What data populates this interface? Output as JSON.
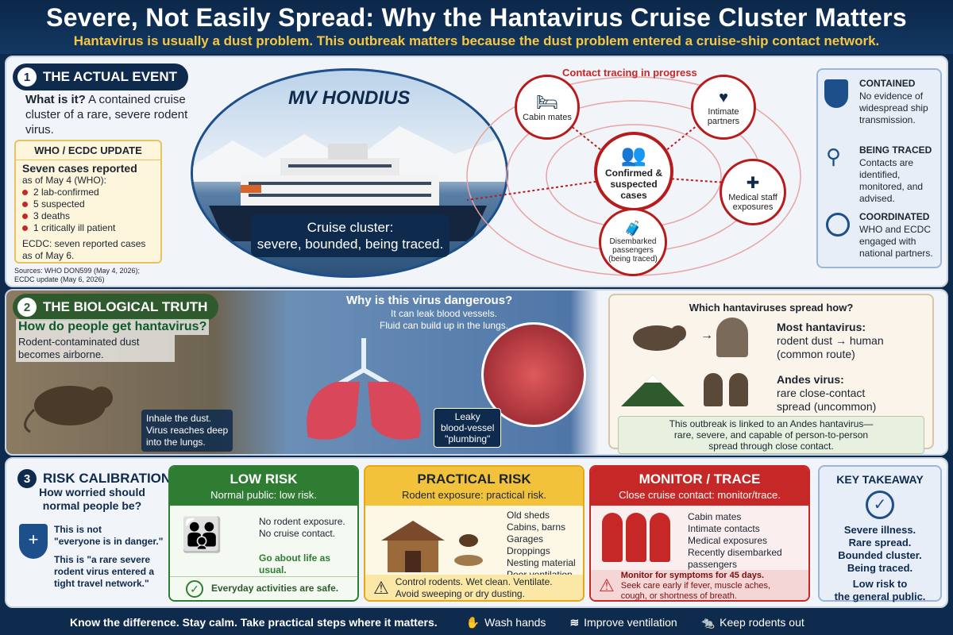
{
  "header": {
    "title": "Severe, Not Easily Spread: Why the Hantavirus Cruise Cluster Matters",
    "subtitle": "Hantavirus is usually a dust problem. This outbreak matters because the dust problem entered a cruise-ship contact network."
  },
  "s1": {
    "num": "1",
    "badge": "THE ACTUAL EVENT",
    "q_label": "What is it?",
    "q_text": "A contained cruise cluster of a rare, severe rodent virus.",
    "update_title": "WHO / ECDC UPDATE",
    "cases_title": "Seven cases reported",
    "cases_sub": "as of May 4 (WHO):",
    "bullets": [
      "2 lab-confirmed",
      "5 suspected",
      "3 deaths",
      "1 critically ill patient"
    ],
    "ecdc": "ECDC: seven reported cases as of May 6.",
    "sources": [
      "Sources: WHO DON599 (May 4, 2026);",
      "ECDC update (May 6, 2026)"
    ],
    "ship_name": "MV HONDIUS",
    "ship_caption": [
      "Cruise cluster:",
      "severe, bounded, being traced."
    ],
    "network_title": "Contact tracing in progress",
    "nodes": {
      "center": "Confirmed & suspected cases",
      "cabin": "Cabin mates",
      "intimate": "Intimate partners",
      "medical": "Medical staff exposures",
      "disembarked": "Disembarked passengers (being traced)"
    },
    "status": [
      {
        "title": "CONTAINED",
        "text": "No evidence of widespread ship transmission.",
        "icon": "shield-icon"
      },
      {
        "title": "BEING TRACED",
        "text": "Contacts are identified, monitored, and advised.",
        "icon": "magnifier-icon"
      },
      {
        "title": "COORDINATED",
        "text": "WHO and ECDC engaged with national partners.",
        "icon": "globe-icon"
      }
    ]
  },
  "s2": {
    "num": "2",
    "badge": "THE BIOLOGICAL TRUTH",
    "q": "How do people get hantavirus?",
    "q_text": "Rodent-contaminated dust becomes airborne.",
    "inhale": [
      "Inhale the dust.",
      "Virus reaches deep",
      "into the lungs."
    ],
    "danger_title": "Why is this virus dangerous?",
    "danger_text": [
      "It can leak blood vessels.",
      "Fluid can build up in the lungs."
    ],
    "leaky": [
      "Leaky",
      "blood-vessel",
      "\"plumbing\""
    ],
    "spread_title": "Which hantaviruses spread how?",
    "most_title": "Most hantavirus:",
    "most_text": [
      "rodent dust → human",
      "(common route)"
    ],
    "andes_title": "Andes virus:",
    "andes_text": [
      "rare close-contact",
      "spread (uncommon)"
    ],
    "outbreak_note": [
      "This outbreak is linked to an Andes hantavirus—",
      "rare, severe, and capable of person-to-person",
      "spread through close contact."
    ]
  },
  "s3": {
    "num": "3",
    "badge": "RISK CALIBRATION",
    "q": [
      "How worried should",
      "normal people be?"
    ],
    "not1": [
      "This is not",
      "\"everyone is in danger.\""
    ],
    "not2": [
      "This is \"a rare severe",
      "rodent virus entered a",
      "tight travel network.\""
    ],
    "low": {
      "title": "LOW RISK",
      "sub": "Normal public: low risk.",
      "lines": [
        "No rodent exposure.",
        "No cruise contact."
      ],
      "go": "Go about life as usual.",
      "footer": "Everyday activities are safe.",
      "color": "#2e7d32"
    },
    "practical": {
      "title": "PRACTICAL RISK",
      "sub": "Rodent exposure: practical risk.",
      "items": [
        "Old sheds",
        "Cabins, barns",
        "Garages",
        "Droppings",
        "Nesting material",
        "Poor ventilation"
      ],
      "footer": [
        "Control rodents. Wet clean. Ventilate.",
        "Avoid sweeping or dry dusting."
      ],
      "color": "#e6a817"
    },
    "monitor": {
      "title": "MONITOR / TRACE",
      "sub": "Close cruise contact: monitor/trace.",
      "items": [
        "Cabin mates",
        "Intimate contacts",
        "Medical exposures",
        "Recently disembarked",
        "passengers"
      ],
      "footer": [
        "Monitor for symptoms for 45 days.",
        "Seek care early if fever, muscle aches,",
        "cough, or shortness of breath."
      ],
      "color": "#c62828"
    },
    "takeaway": {
      "title": "KEY TAKEAWAY",
      "lines": [
        "Severe illness.",
        "Rare spread.",
        "Bounded cluster.",
        "Being traced."
      ],
      "last": [
        "Low risk to",
        "the general public."
      ]
    }
  },
  "footer": {
    "text": "Know the difference. Stay calm. Take practical steps where it matters.",
    "tips": [
      "Wash hands",
      "Improve ventilation",
      "Keep rodents out"
    ]
  }
}
